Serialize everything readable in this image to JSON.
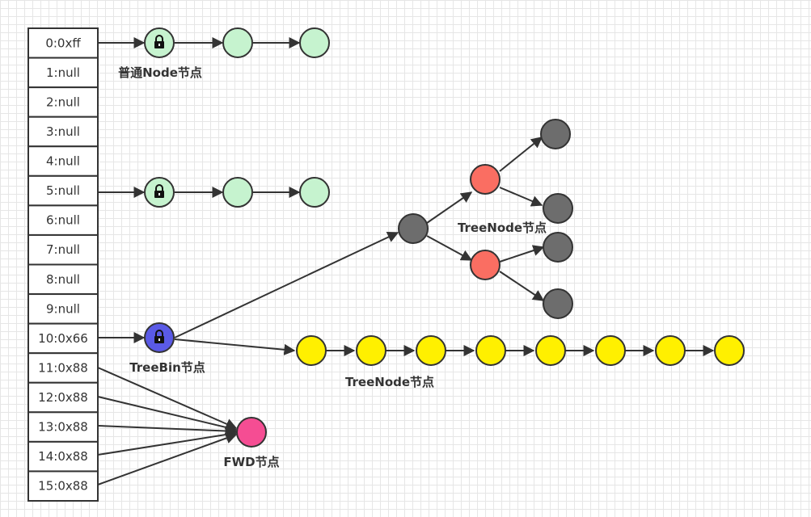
{
  "table": {
    "cells": [
      "0:0xff",
      "1:null",
      "2:null",
      "3:null",
      "4:null",
      "5:null",
      "6:null",
      "7:null",
      "8:null",
      "9:null",
      "10:0x66",
      "11:0x88",
      "12:0x88",
      "13:0x88",
      "14:0x88",
      "15:0x88"
    ]
  },
  "labels": {
    "plain_node": "普通Node节点",
    "treebin": "TreeBin节点",
    "tree_node_upper": "TreeNode节点",
    "tree_node_lower": "TreeNode节点",
    "fwd": "FWD节点"
  },
  "colors": {
    "plain_node": "#c6f3cf",
    "lock_node": "#c6f3cf",
    "treebin": "#5a5ae6",
    "tree_gray": "#6d6d6d",
    "tree_red": "#fa6e62",
    "tree_yellow": "#fff000",
    "fwd": "#f54d93"
  },
  "icons": {
    "lock": "lock-icon"
  }
}
